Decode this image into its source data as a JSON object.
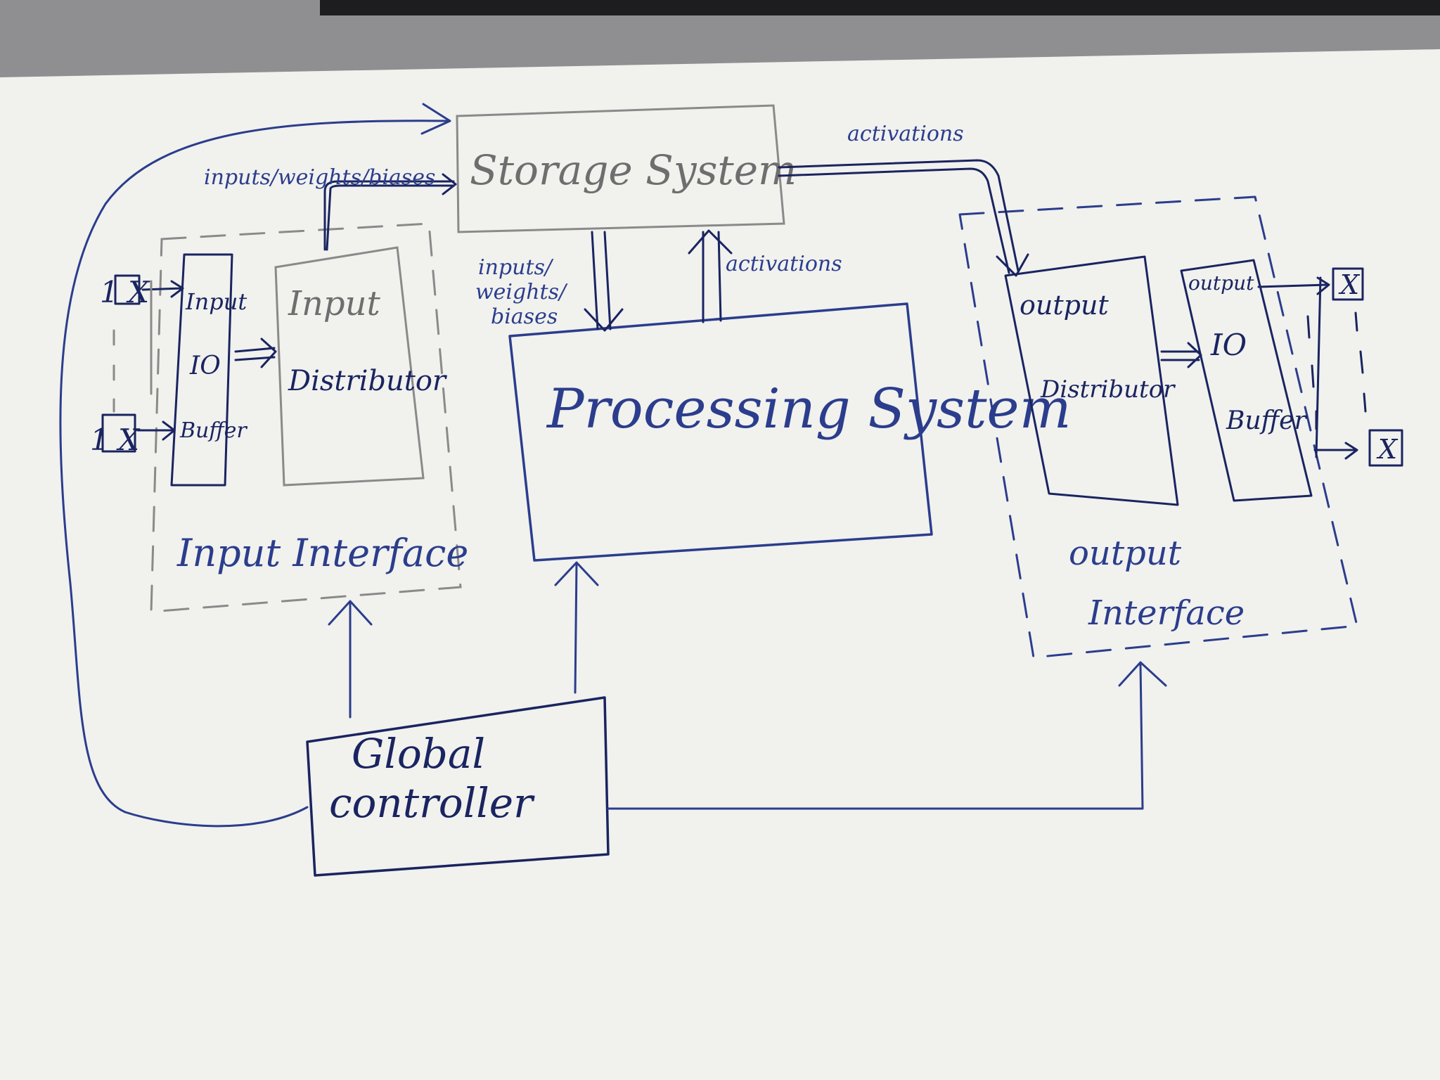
{
  "diagram": {
    "blocks": {
      "storage_system": "Storage System",
      "processing_system": "Processing System",
      "global_controller_line1": "Global",
      "global_controller_line2": "controller",
      "input_io_buffer_line1": "Input",
      "input_io_buffer_line2": "IO",
      "input_io_buffer_line3": "Buffer",
      "input_distributor_line1": "Input",
      "input_distributor_line2": "Distributor",
      "input_interface": "Input Interface",
      "output_distributor_line1": "output",
      "output_distributor_line2": "Distributor",
      "output_io_buffer_line1": "output",
      "output_io_buffer_line2": "IO",
      "output_io_buffer_line3": "Buffer",
      "output_interface_line1": "output",
      "output_interface_line2": "Interface"
    },
    "edge_labels": {
      "inputs_weights_biases_top": "inputs/weights/biases",
      "activations_top": "activations",
      "inputs_line1": "inputs/",
      "inputs_line2": "weights/",
      "inputs_line3": "biases",
      "activations_mid": "activations"
    },
    "io_symbols": {
      "input_top": "1 X",
      "input_bottom": "1 X",
      "output_top": "X",
      "output_bottom": "X"
    }
  }
}
